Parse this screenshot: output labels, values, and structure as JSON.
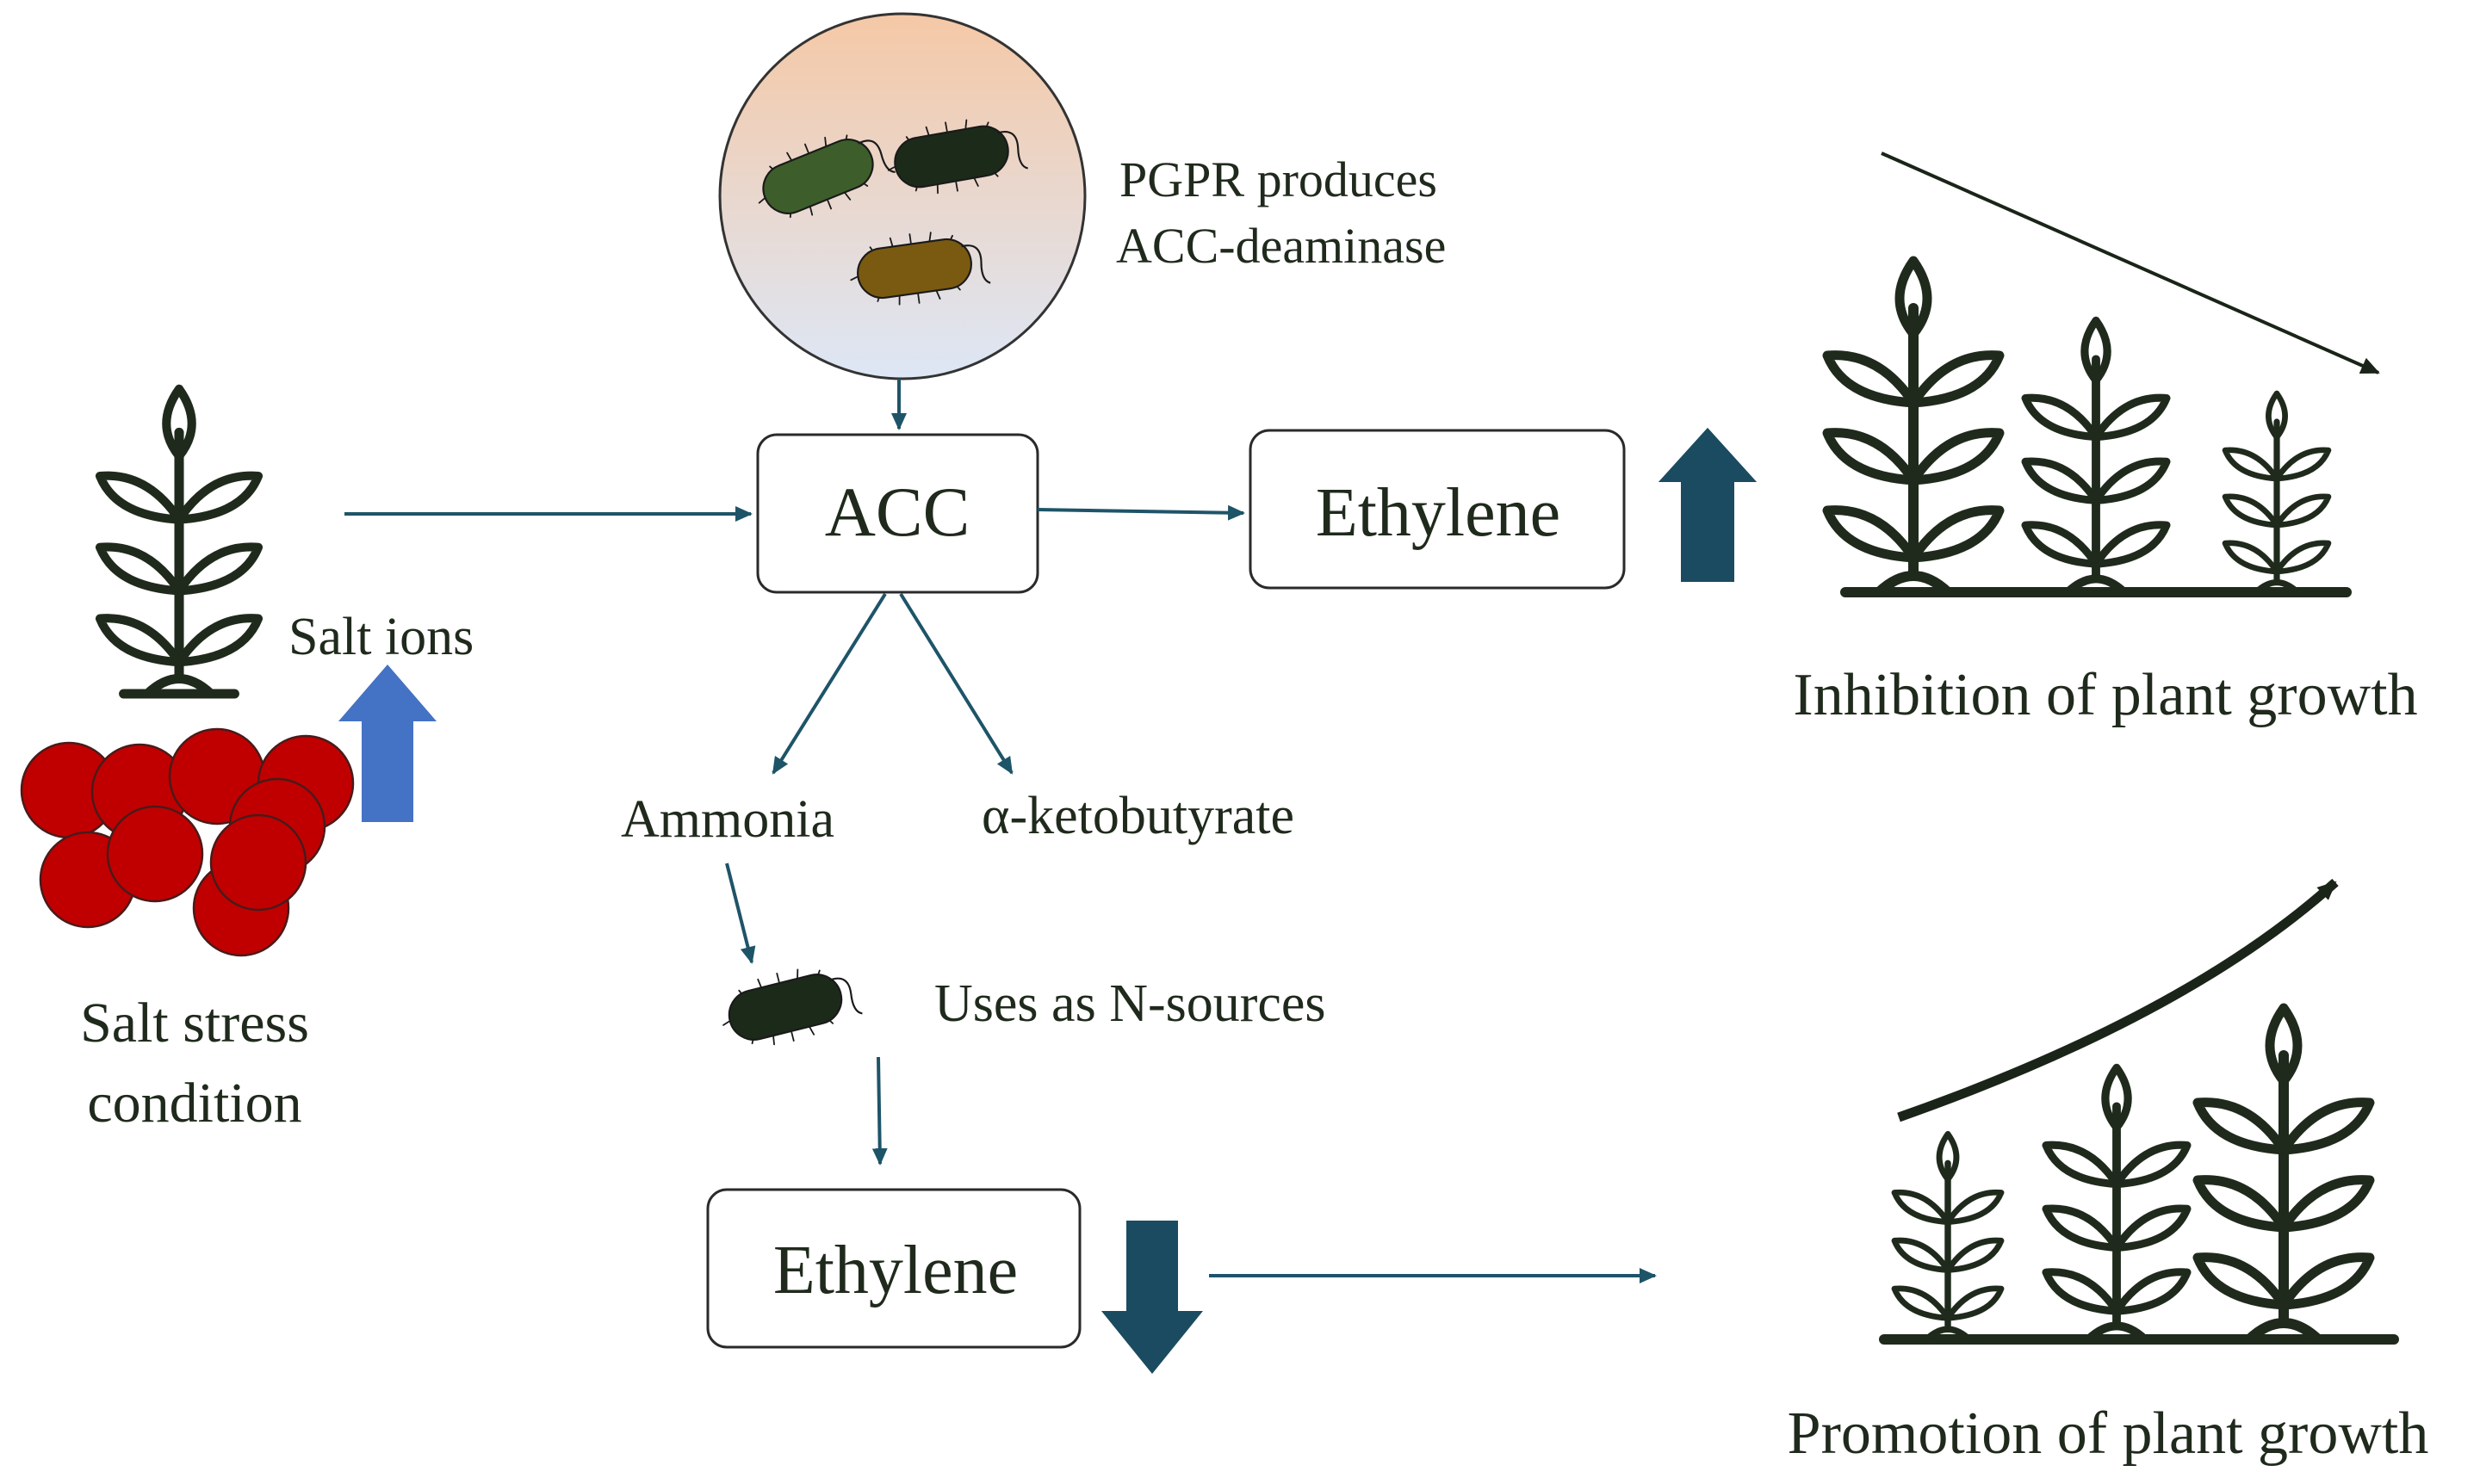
{
  "labels": {
    "pgpr_line1": "PGPR produces",
    "pgpr_line2": "ACC-deaminase",
    "acc": "ACC",
    "ethylene_top": "Ethylene",
    "ethylene_bottom": "Ethylene",
    "salt_ions": "Salt ions",
    "salt_stress_line1": "Salt stress",
    "salt_stress_line2": "condition",
    "ammonia": "Ammonia",
    "ketobutyrate": "α-ketobutyrate",
    "uses_n": "Uses as N-sources",
    "inhibition": "Inhibition of plant growth",
    "promotion": "Promotion of plant growth"
  },
  "colors": {
    "flow_arrow": "#1e5468",
    "block_arrow_dark": "#1b4b60",
    "block_arrow_blue": "#4472c4",
    "salt_ball": "#c00000",
    "plant": "#1f2a1c",
    "bacterium_green": "#3d5e2a",
    "bacterium_dark": "#1c2a1a",
    "bacterium_brown": "#7a5a10",
    "circle_top": "#f5c9a8",
    "circle_bottom": "#dfe8f7"
  },
  "icons": {
    "up_arrow_dark": "up-block-arrow-icon",
    "down_arrow_dark": "down-block-arrow-icon",
    "up_arrow_blue": "up-block-arrow-icon",
    "plant": "plant-sprout-icon",
    "bacterium": "rod-bacterium-icon",
    "salt": "salt-crystal-cluster-icon"
  }
}
